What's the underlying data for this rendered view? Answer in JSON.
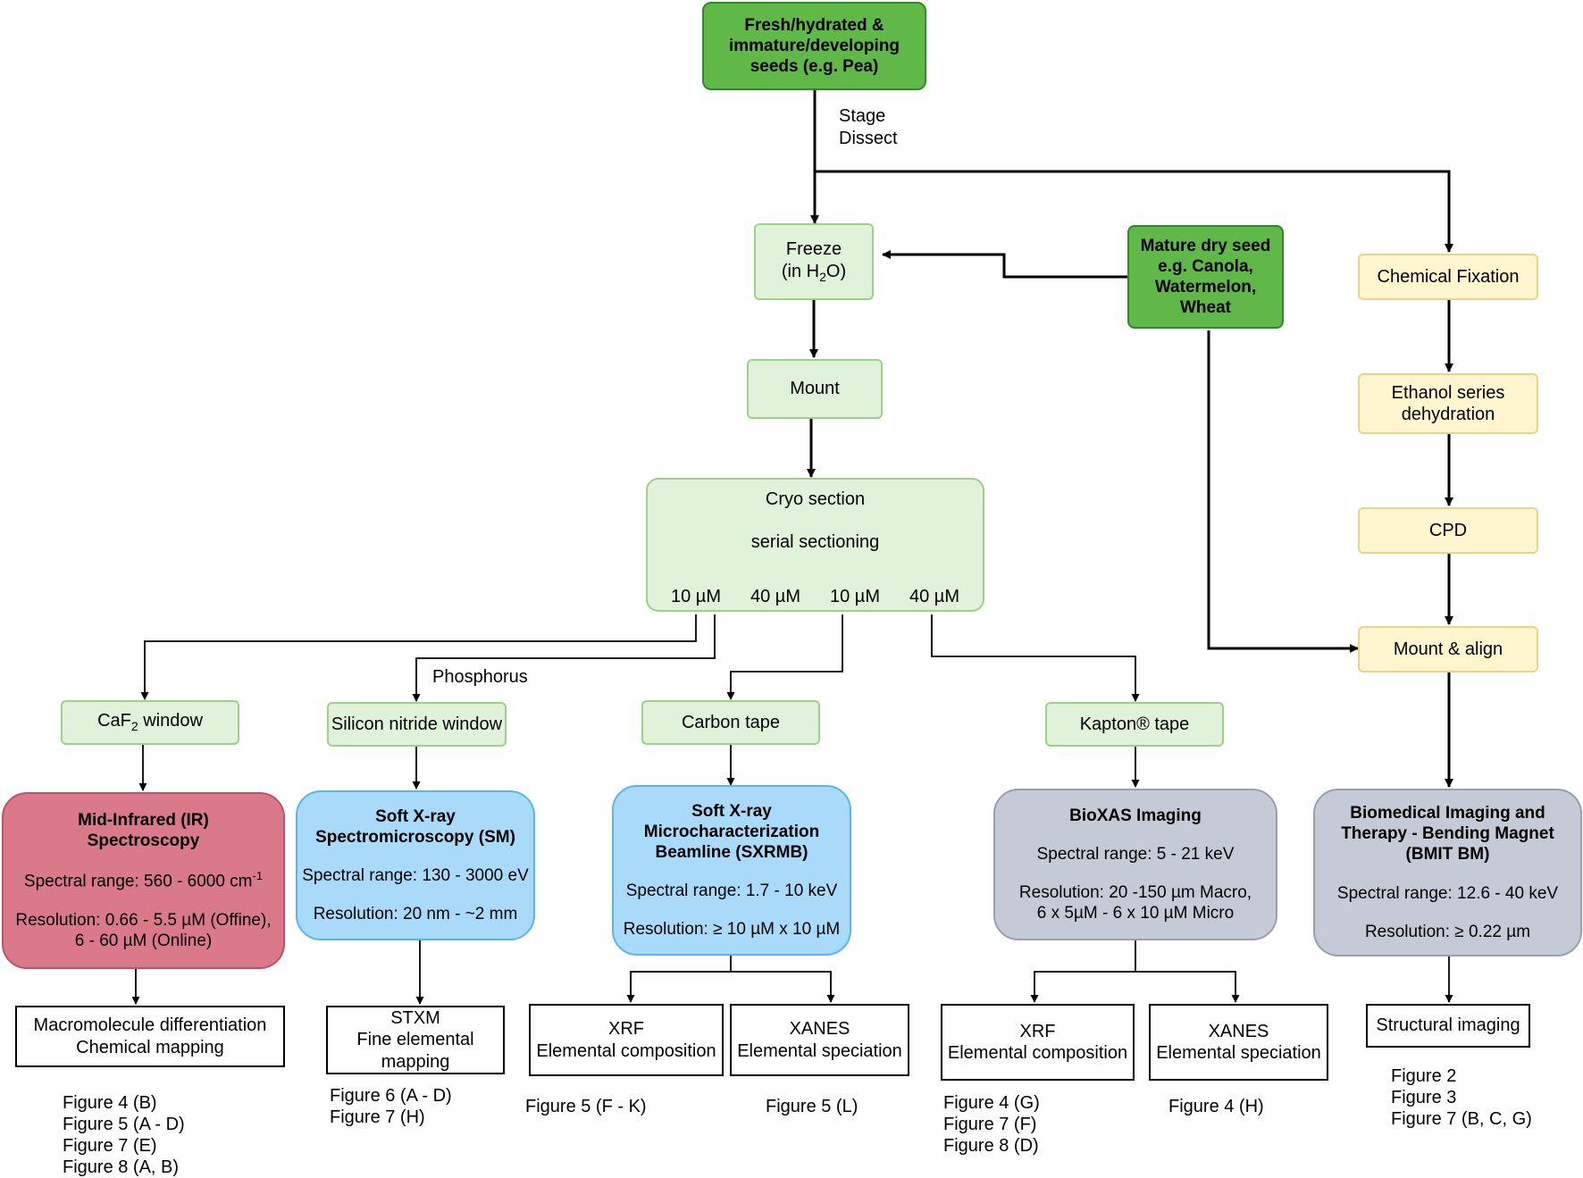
{
  "nodes": {
    "fresh_seeds": {
      "lines": [
        "Fresh/hydrated &",
        "immature/developing",
        "seeds (e.g. Pea)"
      ]
    },
    "freeze": {
      "line1": "Freeze",
      "line2_pre": "(in H",
      "line2_sub": "2",
      "line2_post": "O)"
    },
    "mature_seed": {
      "lines": [
        "Mature dry seed",
        "e.g. Canola,",
        "Watermelon,",
        "Wheat"
      ]
    },
    "chemical_fixation": "Chemical Fixation",
    "ethanol": {
      "lines": [
        "Ethanol series",
        "dehydration"
      ]
    },
    "cpd": "CPD",
    "mount_align": "Mount & align",
    "mount": "Mount",
    "cryo": {
      "title": "Cryo section",
      "subtitle": "serial sectioning",
      "thicknesses": [
        "10 µM",
        "40 µM",
        "10 µM",
        "40 µM"
      ]
    },
    "caf2": {
      "pre": "CaF",
      "sub": "2",
      "post": " window"
    },
    "silicon": "Silicon nitride window",
    "carbon": "Carbon tape",
    "kapton": "Kapton® tape",
    "ir": {
      "title": [
        "Mid-Infrared (IR)",
        "Spectroscopy"
      ],
      "range_pre": "Spectral range: 560 - 6000 cm",
      "range_sup": "-1",
      "resolution": [
        "Resolution: 0.66 - 5.5 µM (Offine),",
        "6 - 60 µM (Online)"
      ]
    },
    "sm": {
      "title": [
        "Soft X-ray",
        "Spectromicroscopy (SM)"
      ],
      "range": "Spectral range: 130 - 3000 eV",
      "resolution": "Resolution: 20 nm - ~2 mm"
    },
    "sxrmb": {
      "title": [
        "Soft X-ray",
        "Microcharacterization",
        "Beamline (SXRMB)"
      ],
      "range": "Spectral range: 1.7 - 10 keV",
      "resolution": "Resolution: ≥ 10 µM x 10 µM"
    },
    "bioxas": {
      "title": "BioXAS Imaging",
      "range": "Spectral range: 5 - 21 keV",
      "resolution": [
        "Resolution: 20 -150 µm Macro,",
        "6 x 5µM - 6 x 10 µM Micro"
      ]
    },
    "bmit": {
      "title": [
        "Biomedical Imaging and",
        "Therapy - Bending Magnet",
        "(BMIT BM)"
      ],
      "range": "Spectral range: 12.6 - 40 keV",
      "resolution": "Resolution: ≥ 0.22 µm"
    },
    "macro": {
      "lines": [
        "Macromolecule differentiation",
        "Chemical mapping"
      ]
    },
    "stxm": {
      "lines": [
        "STXM",
        "Fine elemental",
        "mapping"
      ]
    },
    "xrf1": {
      "lines": [
        "XRF",
        "Elemental composition"
      ]
    },
    "xanes1": {
      "lines": [
        "XANES",
        "Elemental speciation"
      ]
    },
    "xrf2": {
      "lines": [
        "XRF",
        "Elemental composition"
      ]
    },
    "xanes2": {
      "lines": [
        "XANES",
        "Elemental speciation"
      ]
    },
    "structural": "Structural imaging"
  },
  "edge_labels": {
    "stage_dissect": [
      "Stage",
      "Dissect"
    ],
    "phosphorus": "Phosphorus"
  },
  "figure_refs": {
    "ir": [
      "Figure 4 (B)",
      "Figure 5 (A - D)",
      "Figure 7 (E)",
      "Figure 8 (A, B)"
    ],
    "sm": [
      "Figure 6 (A - D)",
      "Figure 7 (H)"
    ],
    "xrf1": [
      "Figure 5 (F - K)"
    ],
    "xanes1": [
      "Figure 5 (L)"
    ],
    "xrf2": [
      "Figure 4 (G)",
      "Figure 7 (F)",
      "Figure 8 (D)"
    ],
    "xanes2": [
      "Figure 4 (H)"
    ],
    "bmit": [
      "Figure 2",
      "Figure 3",
      "Figure 7 (B, C, G)"
    ]
  },
  "colors": {
    "fresh_green": "#5fb847",
    "light_green": "#e0f2d9",
    "yellow": "#fff6cf",
    "ir_red": "#d9798a",
    "soft_xray_blue": "#a9dafa",
    "hard_xray_grey": "#c5cbd6"
  }
}
